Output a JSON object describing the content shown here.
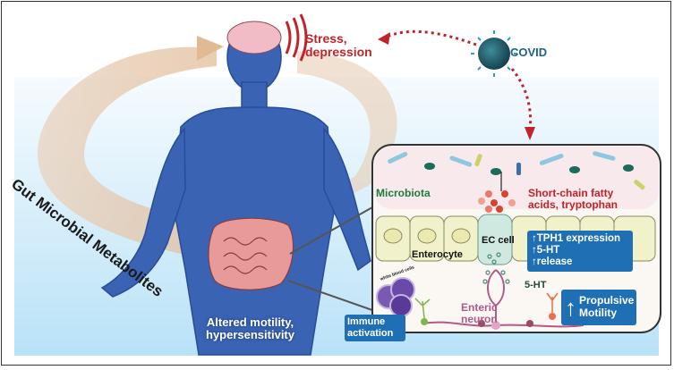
{
  "figure": {
    "arc_label": "Gut Microbial Metabolites",
    "stress_label_line1": "Stress,",
    "stress_label_line2": "depression",
    "covid_label": "COVID",
    "gut_label_line1": "Altered motility,",
    "gut_label_line2": "hypersensitivity",
    "immune_label_line1": "Immune",
    "immune_label_line2": "activation",
    "wbc_label": "white blood cells",
    "inset": {
      "microbiota_label": "Microbiota",
      "scfa_label_line1": "Short-chain fatty",
      "scfa_label_line2": "acids, tryptophan",
      "enterocyte_label": "Enterocyte",
      "ec_cell_label": "EC cell",
      "ec_box_lines": [
        "↑TPH1 expression",
        "↑5-HT",
        "↑release"
      ],
      "serotonin_label": "5-HT",
      "enteric_label_line1": "Enteric",
      "enteric_label_line2": "neuron",
      "motility_box_line1": "Propulsive",
      "motility_box_line2": "Motility",
      "motility_arrow": "↑"
    },
    "colors": {
      "body": "#3b63b4",
      "arrow_red": "#c0242b",
      "box_blue": "#1f6fb5",
      "microbiota_green": "#1f7a3c",
      "neuron_pink": "#b05a8a",
      "covid_teal": "#1f5f73"
    }
  }
}
